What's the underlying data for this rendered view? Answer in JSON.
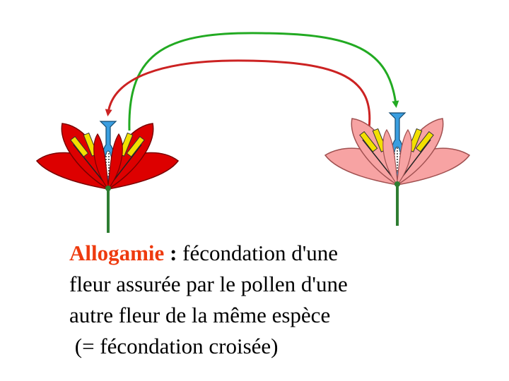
{
  "colors": {
    "flower_left_petal": "#dd0000",
    "flower_right_petal": "#f7a3a3",
    "pistil": "#3a9ee0",
    "stamen": "#f2e000",
    "stem": "#2e7d32",
    "arrow_red": "#cc2222",
    "arrow_green": "#22aa22",
    "term": "#ee3b0f"
  },
  "icons": {
    "left_flower": "flower-icon",
    "right_flower": "flower-icon",
    "arrows": "curved-arrow-icon"
  },
  "caption": {
    "term": "Allogamie",
    "colon": " :",
    "line1_rest": " fécondation d'une",
    "line2": "fleur assurée par le pollen d'une",
    "line3": "autre fleur de la même espèce",
    "line4": " (= fécondation croisée)"
  }
}
